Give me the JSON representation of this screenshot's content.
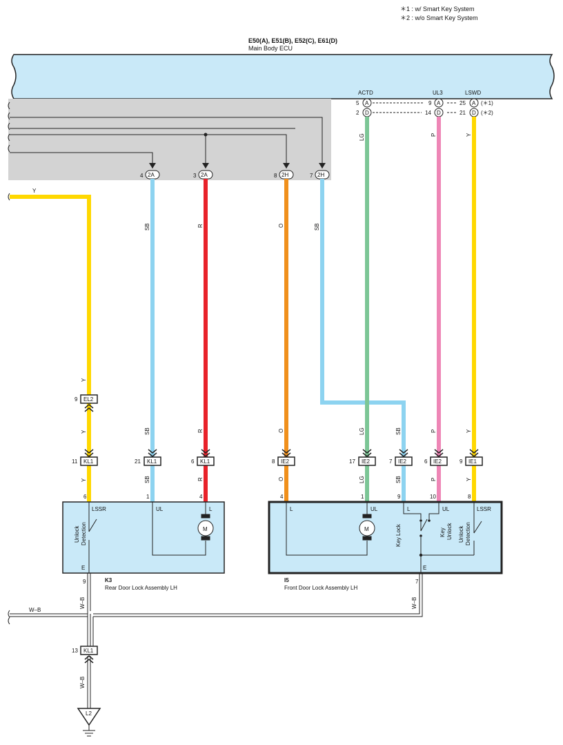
{
  "notes": {
    "note1": "＊1 : w/ Smart Key System",
    "note2": "＊2 : w/o Smart Key System"
  },
  "ecu": {
    "connectors": "E50(A), E51(B), E52(C), E61(D)",
    "name": "Main Body ECU",
    "terminals": {
      "actd": "ACTD",
      "ul3": "UL3",
      "lswd": "LSWD"
    },
    "pins": {
      "actd_a": "5",
      "actd_d": "2",
      "ul3_a": "9",
      "ul3_d": "14",
      "lswd_a": "25",
      "lswd_d": "21",
      "conn_a": "A",
      "conn_d": "D",
      "star1": "(＊1)",
      "star2": "(＊2)"
    }
  },
  "junctions": {
    "j1": {
      "pin": "4",
      "conn": "2A"
    },
    "j2": {
      "pin": "3",
      "conn": "2A"
    },
    "j3": {
      "pin": "8",
      "conn": "2H"
    },
    "j4": {
      "pin": "7",
      "conn": "2H"
    }
  },
  "wire_colors": {
    "y": "Y",
    "sb": "SB",
    "r": "R",
    "o": "O",
    "lg": "LG",
    "p": "P",
    "wb": "W–B"
  },
  "colors": {
    "yellow": "#FFD800",
    "skyblue": "#8DD3F0",
    "red": "#E8222A",
    "orange": "#F0901C",
    "green": "#7CC696",
    "pink": "#EE86B6",
    "ecu_fill": "#C9E9F8",
    "panel_gray": "#D3D3D3"
  },
  "connectors": {
    "el2": {
      "pin": "9",
      "name": "EL2"
    },
    "kl1_y": {
      "pin": "11",
      "name": "KL1"
    },
    "kl1_sb": {
      "pin": "21",
      "name": "KL1"
    },
    "kl1_r": {
      "pin": "6",
      "name": "KL1"
    },
    "ie2_o": {
      "pin": "8",
      "name": "IE2"
    },
    "ie2_lg": {
      "pin": "17",
      "name": "IE2"
    },
    "ie2_sb": {
      "pin": "7",
      "name": "IE2"
    },
    "ie2_p": {
      "pin": "6",
      "name": "IE2"
    },
    "ie1_y": {
      "pin": "9",
      "name": "IE1"
    },
    "kl1_gnd": {
      "pin": "13",
      "name": "KL1"
    }
  },
  "k3": {
    "id": "K3",
    "name": "Rear Door Lock Assembly LH",
    "pins": {
      "p6": "6",
      "p1": "1",
      "p4": "4",
      "p9": "9"
    },
    "labels": {
      "lssr": "LSSR",
      "ul": "UL",
      "l": "L",
      "e": "E",
      "unlock": "Unlock",
      "detection": "Detection",
      "motor": "M"
    }
  },
  "i5": {
    "id": "I5",
    "name": "Front Door Lock Assembly LH",
    "pins": {
      "p4": "4",
      "p1": "1",
      "p9": "9",
      "p10": "10",
      "p8": "8",
      "p7": "7"
    },
    "labels": {
      "l": "L",
      "ul": "UL",
      "l2": "L",
      "ul2": "UL",
      "lssr": "LSSR",
      "e": "E",
      "key_lock": "Key Lock",
      "key": "Key",
      "unlock": "Unlock",
      "unlock2": "Unlock",
      "detection": "Detection",
      "motor": "M"
    }
  },
  "ground": {
    "name": "L2"
  }
}
